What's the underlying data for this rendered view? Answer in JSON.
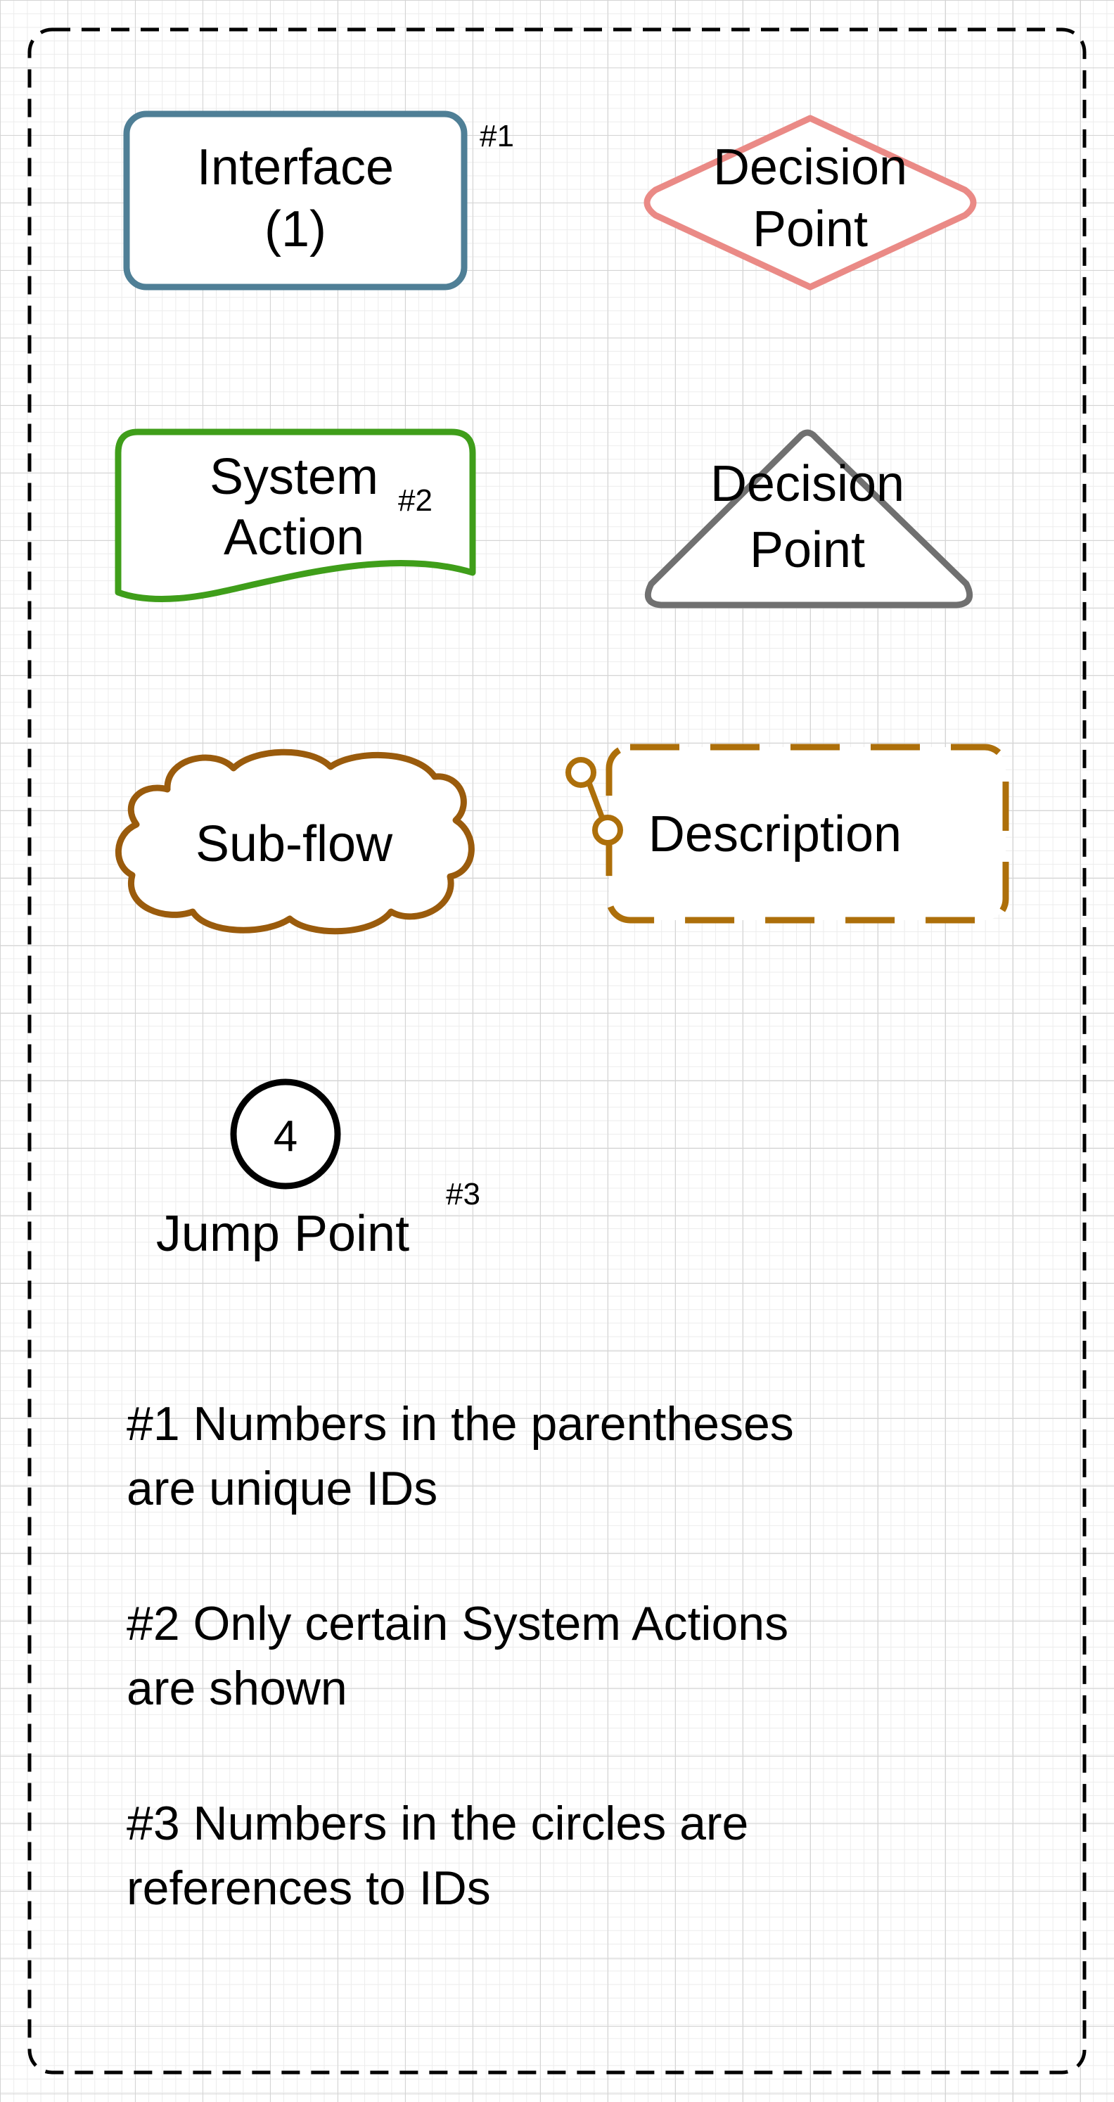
{
  "colors": {
    "interface_stroke": "#4f7f96",
    "decision_diamond_stroke": "#ea8a86",
    "system_action_stroke": "#3f9e1a",
    "decision_triangle_stroke": "#707070",
    "subflow_stroke": "#9a5b0c",
    "description_stroke": "#ad6f0a",
    "jump_point_stroke": "#000000",
    "container_stroke": "#000000"
  },
  "shapes": {
    "interface": {
      "line1": "Interface",
      "line2": "(1)",
      "tag": "#1"
    },
    "decision_diamond": {
      "line1": "Decision",
      "line2": "Point"
    },
    "system_action": {
      "line1": "System",
      "line2": "Action",
      "tag": "#2"
    },
    "decision_triangle": {
      "line1": "Decision",
      "line2": "Point"
    },
    "subflow": {
      "label": "Sub-flow"
    },
    "description": {
      "label": "Description"
    },
    "jump_point": {
      "number": "4",
      "label": "Jump Point",
      "tag": "#3"
    }
  },
  "notes": [
    {
      "line1": "#1 Numbers in the parentheses",
      "line2": "are unique IDs"
    },
    {
      "line1": "#2 Only certain System Actions",
      "line2": "are shown"
    },
    {
      "line1": "#3 Numbers in the circles are",
      "line2": "references to IDs"
    }
  ]
}
